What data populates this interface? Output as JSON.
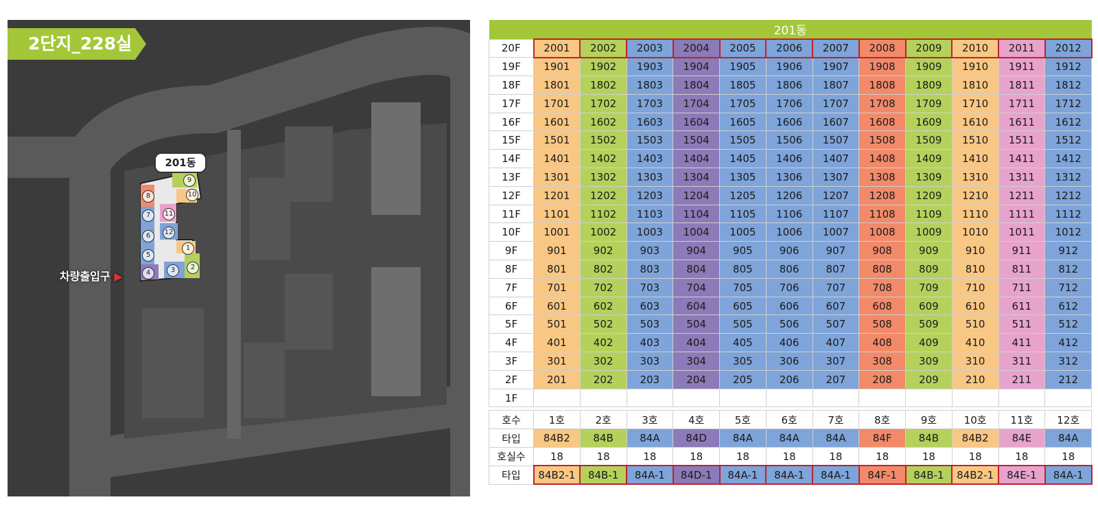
{
  "site_map": {
    "complex_label": "2단지_228실",
    "building_label": "201동",
    "entrance_label": "차량출입구",
    "unit_badges": [
      "1",
      "2",
      "3",
      "4",
      "5",
      "6",
      "7",
      "8",
      "9",
      "10",
      "11",
      "12"
    ]
  },
  "table": {
    "building": "201동",
    "colors": {
      "peach": "#f9c784",
      "lime": "#b5d15c",
      "blue": "#7ea4d9",
      "purple": "#8d7ab8",
      "salmon": "#f28a6a",
      "pink": "#e8a3cc",
      "header": "#a3c739",
      "highlight_border": "#c0202c"
    },
    "column_colors": [
      "peach",
      "lime",
      "blue",
      "purple",
      "blue",
      "blue",
      "blue",
      "salmon",
      "lime",
      "peach",
      "pink",
      "blue"
    ],
    "floors": [
      {
        "label": "20F",
        "units": [
          "2001",
          "2002",
          "2003",
          "2004",
          "2005",
          "2006",
          "2007",
          "2008",
          "2009",
          "2010",
          "2011",
          "2012"
        ]
      },
      {
        "label": "19F",
        "units": [
          "1901",
          "1902",
          "1903",
          "1904",
          "1905",
          "1906",
          "1907",
          "1908",
          "1909",
          "1910",
          "1911",
          "1912"
        ]
      },
      {
        "label": "18F",
        "units": [
          "1801",
          "1802",
          "1803",
          "1804",
          "1805",
          "1806",
          "1807",
          "1808",
          "1809",
          "1810",
          "1811",
          "1812"
        ]
      },
      {
        "label": "17F",
        "units": [
          "1701",
          "1702",
          "1703",
          "1704",
          "1705",
          "1706",
          "1707",
          "1708",
          "1709",
          "1710",
          "1711",
          "1712"
        ]
      },
      {
        "label": "16F",
        "units": [
          "1601",
          "1602",
          "1603",
          "1604",
          "1605",
          "1606",
          "1607",
          "1608",
          "1609",
          "1610",
          "1611",
          "1612"
        ]
      },
      {
        "label": "15F",
        "units": [
          "1501",
          "1502",
          "1503",
          "1504",
          "1505",
          "1506",
          "1507",
          "1508",
          "1509",
          "1510",
          "1511",
          "1512"
        ]
      },
      {
        "label": "14F",
        "units": [
          "1401",
          "1402",
          "1403",
          "1404",
          "1405",
          "1406",
          "1407",
          "1408",
          "1409",
          "1410",
          "1411",
          "1412"
        ]
      },
      {
        "label": "13F",
        "units": [
          "1301",
          "1302",
          "1303",
          "1304",
          "1305",
          "1306",
          "1307",
          "1308",
          "1309",
          "1310",
          "1311",
          "1312"
        ]
      },
      {
        "label": "12F",
        "units": [
          "1201",
          "1202",
          "1203",
          "1204",
          "1205",
          "1206",
          "1207",
          "1208",
          "1209",
          "1210",
          "1211",
          "1212"
        ]
      },
      {
        "label": "11F",
        "units": [
          "1101",
          "1102",
          "1103",
          "1104",
          "1105",
          "1106",
          "1107",
          "1108",
          "1109",
          "1110",
          "1111",
          "1112"
        ]
      },
      {
        "label": "10F",
        "units": [
          "1001",
          "1002",
          "1003",
          "1004",
          "1005",
          "1006",
          "1007",
          "1008",
          "1009",
          "1010",
          "1011",
          "1012"
        ]
      },
      {
        "label": "9F",
        "units": [
          "901",
          "902",
          "903",
          "904",
          "905",
          "906",
          "907",
          "908",
          "909",
          "910",
          "911",
          "912"
        ]
      },
      {
        "label": "8F",
        "units": [
          "801",
          "802",
          "803",
          "804",
          "805",
          "806",
          "807",
          "808",
          "809",
          "810",
          "811",
          "812"
        ]
      },
      {
        "label": "7F",
        "units": [
          "701",
          "702",
          "703",
          "704",
          "705",
          "706",
          "707",
          "708",
          "709",
          "710",
          "711",
          "712"
        ]
      },
      {
        "label": "6F",
        "units": [
          "601",
          "602",
          "603",
          "604",
          "605",
          "606",
          "607",
          "608",
          "609",
          "610",
          "611",
          "612"
        ]
      },
      {
        "label": "5F",
        "units": [
          "501",
          "502",
          "503",
          "504",
          "505",
          "506",
          "507",
          "508",
          "509",
          "510",
          "511",
          "512"
        ]
      },
      {
        "label": "4F",
        "units": [
          "401",
          "402",
          "403",
          "404",
          "405",
          "406",
          "407",
          "408",
          "409",
          "410",
          "411",
          "412"
        ]
      },
      {
        "label": "3F",
        "units": [
          "301",
          "302",
          "303",
          "304",
          "305",
          "306",
          "307",
          "308",
          "309",
          "310",
          "311",
          "312"
        ]
      },
      {
        "label": "2F",
        "units": [
          "201",
          "202",
          "203",
          "204",
          "205",
          "206",
          "207",
          "208",
          "209",
          "210",
          "211",
          "212"
        ]
      },
      {
        "label": "1F",
        "units": [
          "",
          "",
          "",
          "",
          "",
          "",
          "",
          "",
          "",
          "",
          "",
          ""
        ]
      }
    ],
    "summary": {
      "ho_label": "호수",
      "ho": [
        "1호",
        "2호",
        "3호",
        "4호",
        "5호",
        "6호",
        "7호",
        "8호",
        "9호",
        "10호",
        "11호",
        "12호"
      ],
      "type_label": "타입",
      "types": [
        "84B2",
        "84B",
        "84A",
        "84D",
        "84A",
        "84A",
        "84A",
        "84F",
        "84B",
        "84B2",
        "84E",
        "84A"
      ],
      "count_label": "호실수",
      "counts": [
        "18",
        "18",
        "18",
        "18",
        "18",
        "18",
        "18",
        "18",
        "18",
        "18",
        "18",
        "18"
      ],
      "subtype_label": "타입",
      "subtypes": [
        "84B2-1",
        "84B-1",
        "84A-1",
        "84D-1",
        "84A-1",
        "84A-1",
        "84A-1",
        "84F-1",
        "84B-1",
        "84B2-1",
        "84E-1",
        "84A-1"
      ]
    }
  }
}
